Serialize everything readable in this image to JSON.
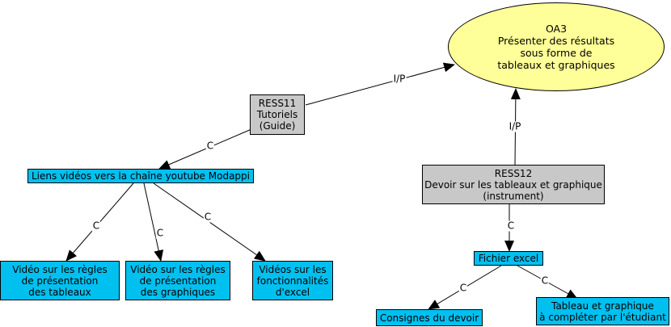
{
  "nodes": {
    "oa3": {
      "lines": [
        "OA3",
        "Présenter des résultats",
        "sous forme de",
        "tableaux et graphiques"
      ],
      "color": "#ffff99"
    },
    "ress11": {
      "lines": [
        "RESS11",
        "Tutoriels",
        "(Guide)"
      ],
      "color": "#c8c8c8"
    },
    "ress12": {
      "lines": [
        "RESS12",
        "Devoir sur les tableaux et graphique",
        "(instrument)"
      ],
      "color": "#c8c8c8"
    },
    "liens": {
      "lines": [
        "Liens vidéos vers la chaîne youtube Modappi"
      ],
      "color": "#00c0f0"
    },
    "video_tableaux": {
      "lines": [
        "Vidéo sur les règles",
        "de présentation",
        "des tableaux"
      ],
      "color": "#00c0f0"
    },
    "video_graphiques": {
      "lines": [
        "Vidéo sur les règles",
        "de présentation",
        "des graphiques"
      ],
      "color": "#00c0f0"
    },
    "videos_excel": {
      "lines": [
        "Vidéos sur les",
        "fonctionnalités",
        "d'excel"
      ],
      "color": "#00c0f0"
    },
    "fichier_excel": {
      "lines": [
        "Fichier excel"
      ],
      "color": "#00c0f0"
    },
    "consignes": {
      "lines": [
        "Consignes du devoir"
      ],
      "color": "#00c0f0"
    },
    "tableau_graphique": {
      "lines": [
        "Tableau et graphique",
        "à compléter par l'étudiant"
      ],
      "color": "#00c0f0"
    }
  },
  "edges": [
    {
      "from": "ress11",
      "to": "oa3",
      "label": "I/P"
    },
    {
      "from": "ress12",
      "to": "oa3",
      "label": "I/P"
    },
    {
      "from": "ress11",
      "to": "liens",
      "label": "C"
    },
    {
      "from": "liens",
      "to": "video_tableaux",
      "label": "C"
    },
    {
      "from": "liens",
      "to": "video_graphiques",
      "label": "C"
    },
    {
      "from": "liens",
      "to": "videos_excel",
      "label": "C"
    },
    {
      "from": "ress12",
      "to": "fichier_excel",
      "label": "C"
    },
    {
      "from": "fichier_excel",
      "to": "consignes",
      "label": "C"
    },
    {
      "from": "fichier_excel",
      "to": "tableau_graphique",
      "label": "C"
    }
  ]
}
